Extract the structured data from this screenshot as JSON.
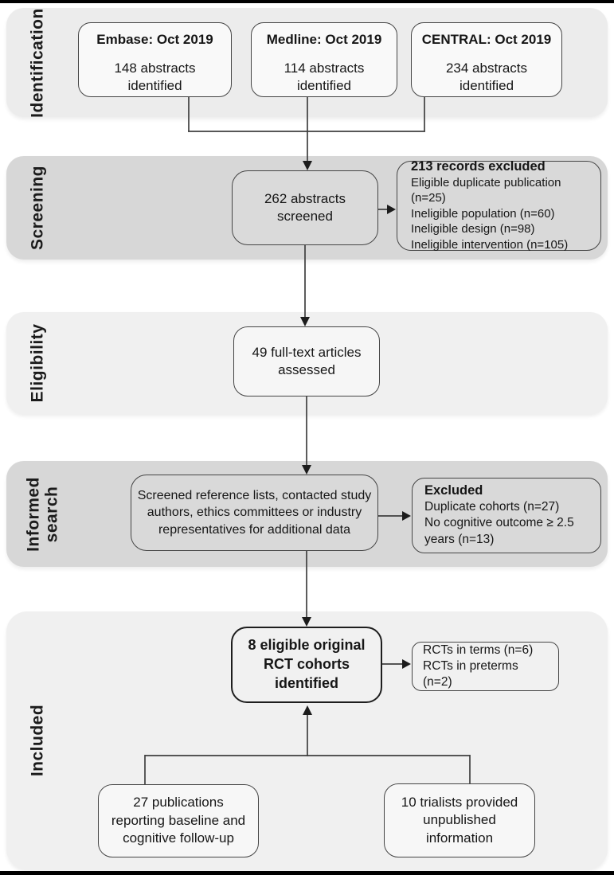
{
  "figure": {
    "type": "prisma-flow-diagram"
  },
  "stages": [
    {
      "label": "Identification"
    },
    {
      "label": "Screening"
    },
    {
      "label": "Eligibility"
    },
    {
      "label": "Informed\nsearch"
    },
    {
      "label": "Included"
    }
  ],
  "identification": {
    "boxes": [
      {
        "title": "Embase: Oct 2019",
        "body": "148 abstracts\nidentified"
      },
      {
        "title": "Medline: Oct 2019",
        "body": "114 abstracts\nidentified"
      },
      {
        "title": "CENTRAL: Oct 2019",
        "body": "234 abstracts\nidentified"
      }
    ]
  },
  "screening": {
    "main": "262 abstracts\nscreened",
    "excluded": {
      "title": "213 records excluded",
      "lines": "Eligible duplicate publication (n=25)\nIneligible population (n=60)\nIneligible design (n=98)\nIneligible intervention (n=105)"
    }
  },
  "eligibility": {
    "main": "49 full-text articles\nassessed"
  },
  "informed_search": {
    "main": "Screened reference lists, contacted study\nauthors, ethics committees or industry\nrepresentatives for additional data",
    "excluded": {
      "title": "Excluded",
      "lines": "Duplicate cohorts (n=27)\nNo cognitive outcome ≥ 2.5\nyears (n=13)"
    }
  },
  "included": {
    "main": "8 eligible original\nRCT cohorts\nidentified",
    "side": "RCTs in terms (n=6)\nRCTs in preterms (n=2)",
    "bottom_left": "27 publications\nreporting baseline and\ncognitive follow-up",
    "bottom_right": "10 trialists provided\nunpublished\ninformation"
  },
  "colors": {
    "band_dark": "#d7d7d7",
    "band_light": "#f0f0f0",
    "band_id": "#ececec",
    "line": "#3f3f3f",
    "ink": "#161616"
  }
}
